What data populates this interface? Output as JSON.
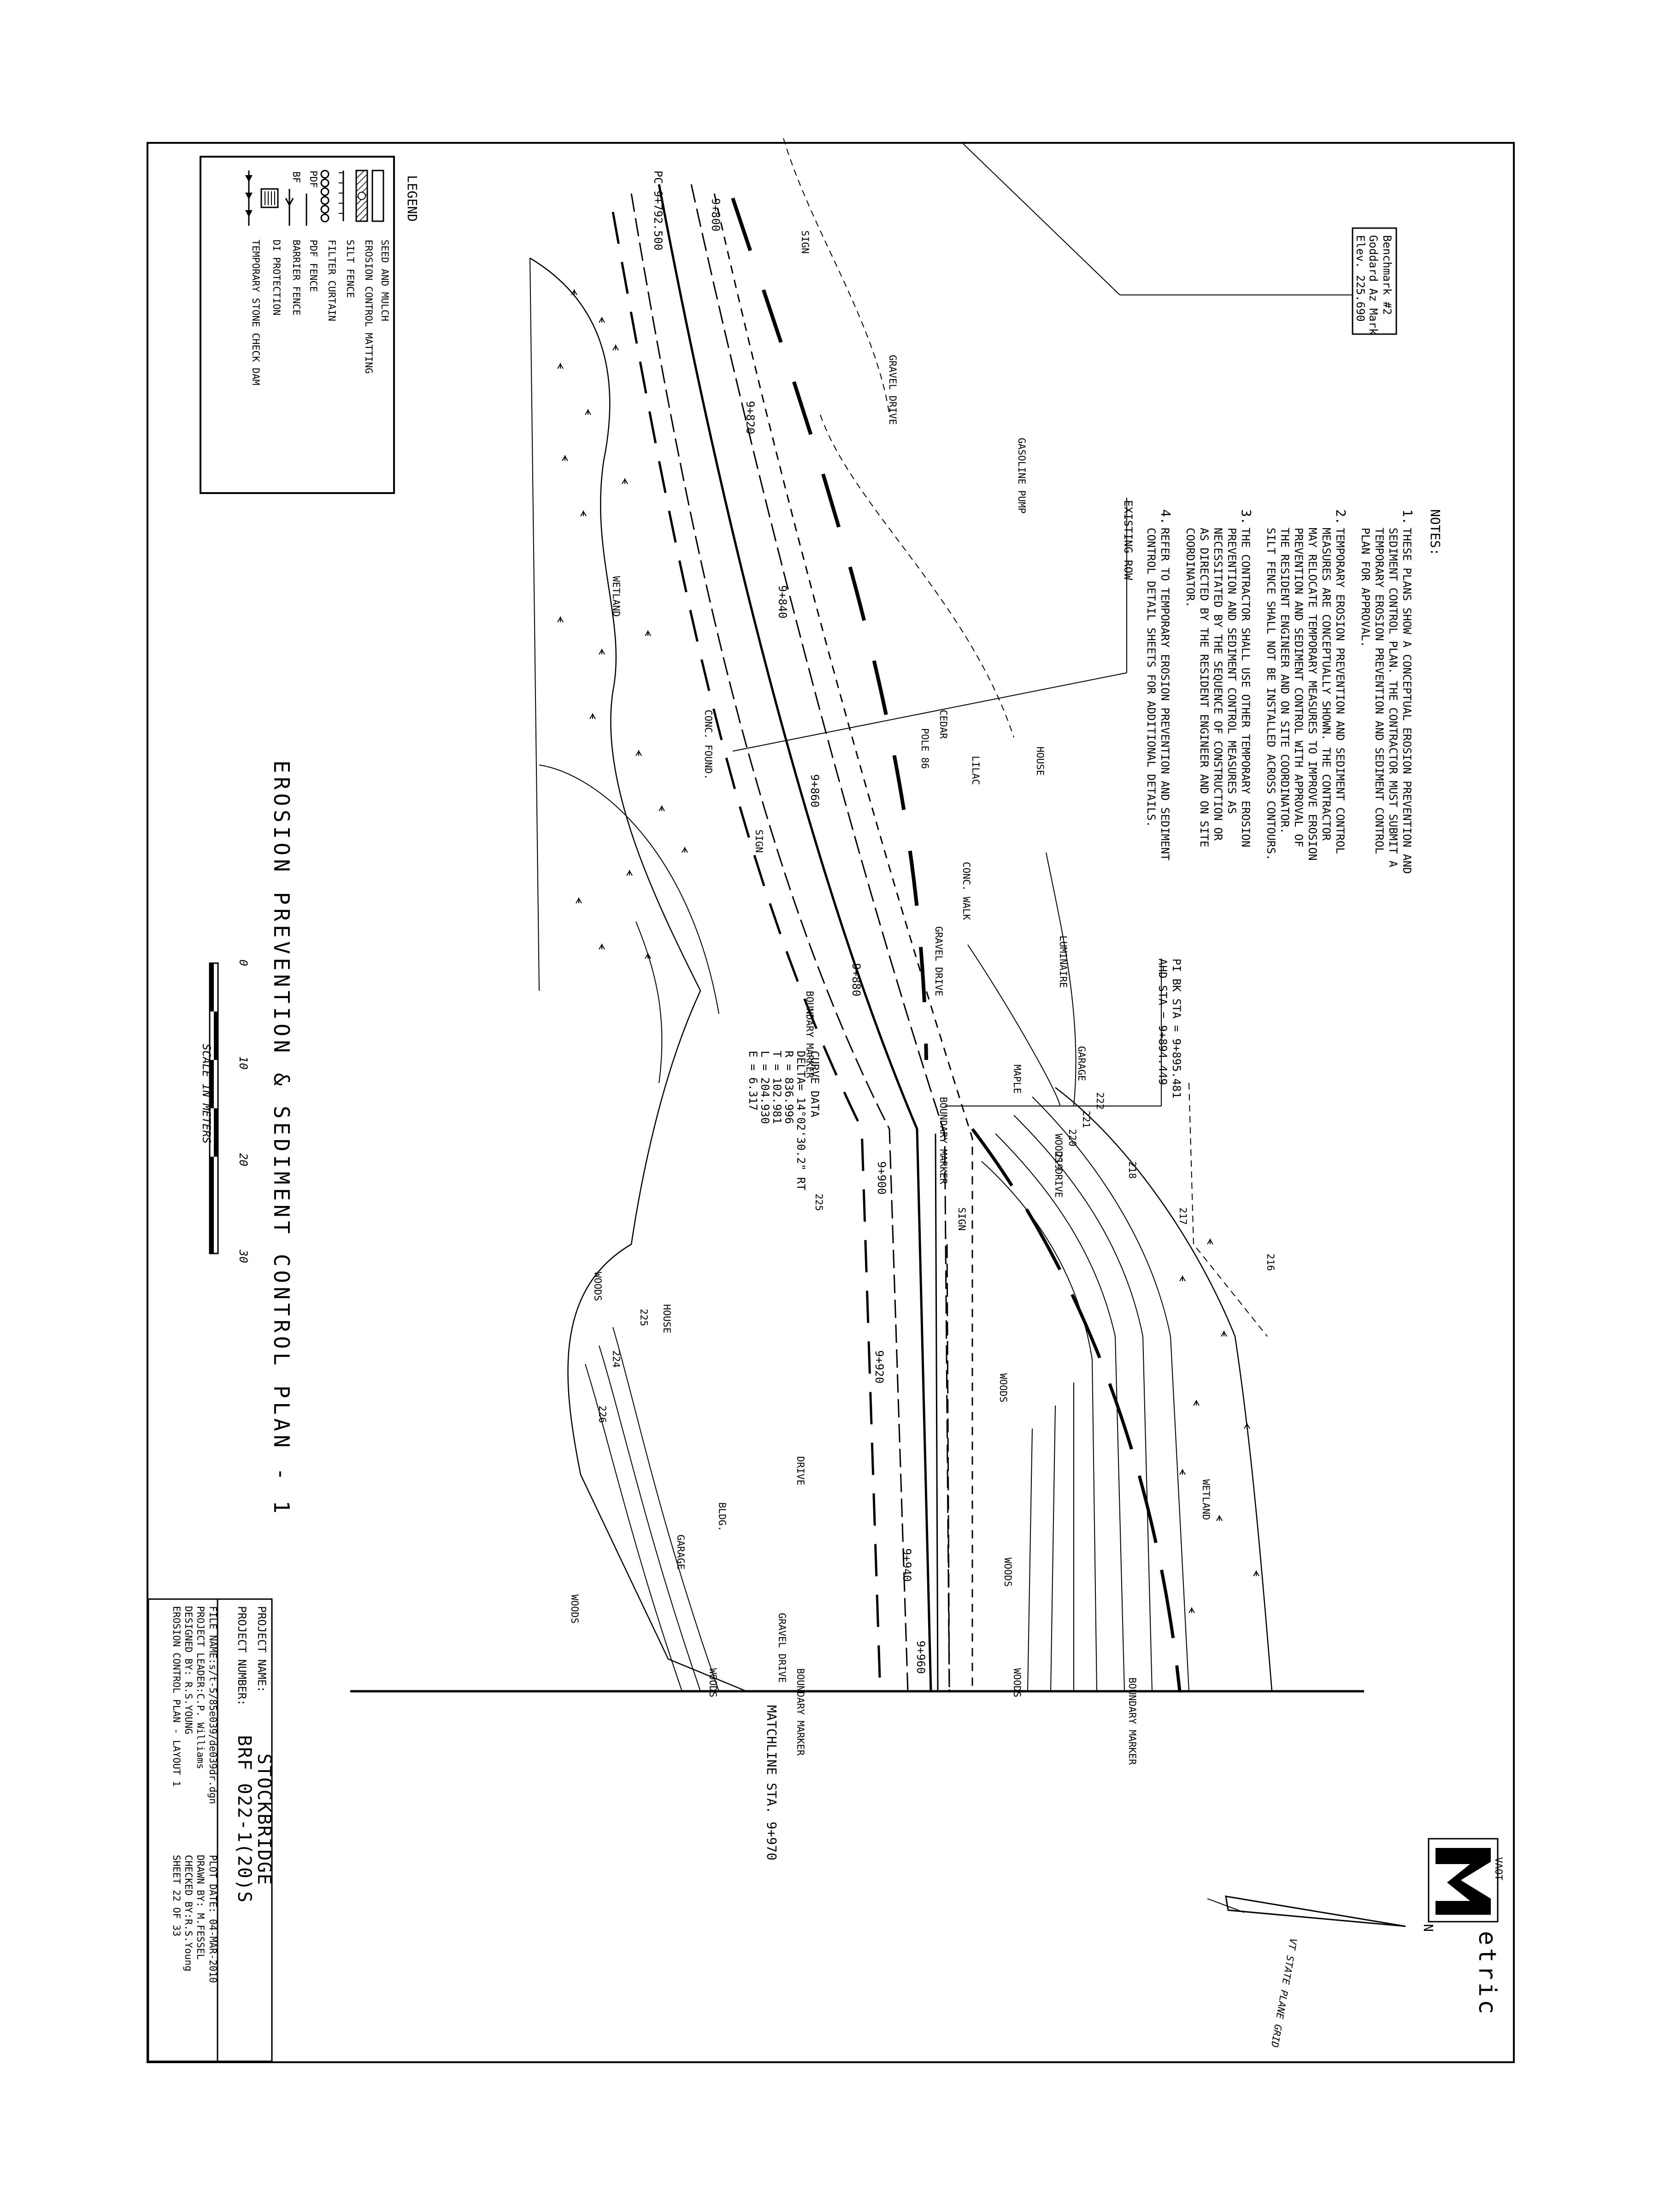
{
  "benchmark": {
    "line1": "Benchmark #2",
    "line2": "Goddard Az Mark",
    "line3": "Elev. 225.690"
  },
  "notes": {
    "title": "NOTES:",
    "items": [
      {
        "num": "1.",
        "lines": [
          "THESE PLANS SHOW A CONCEPTUAL EROSION PREVENTION AND",
          "SEDIMENT CONTROL PLAN. THE CONTRACTOR MUST SUBMIT A",
          "TEMPORARY EROSION PREVENTION AND SEDIMENT CONTROL",
          "PLAN FOR APPROVAL."
        ]
      },
      {
        "num": "2.",
        "lines": [
          "TEMPORARY EROSION PREVENTION AND SEDIMENT CONTROL",
          "MEASURES ARE CONCEPTUALLY SHOWN. THE CONTRACTOR",
          "MAY RELOCATE TEMPORARY MEASURES TO IMPROVE EROSION",
          "PREVENTION AND SEDIMENT CONTROL WITH APPROVAL OF",
          "THE RESIDENT ENGINEER AND ON SITE COORDINATOR.",
          "SILT FENCE SHALL NOT BE INSTALLED ACROSS CONTOURS."
        ]
      },
      {
        "num": "3.",
        "lines": [
          "THE CONTRACTOR SHALL USE OTHER TEMPORARY EROSION",
          "PREVENTION AND SEDIMENT CONTROL MEASURES AS",
          "NECESSITATED BY THE SEQUENCE OF CONSTRUCTION OR",
          "AS DIRECTED BY THE RESIDENT ENGINEER AND ON SITE",
          "COORDINATOR."
        ]
      },
      {
        "num": "4.",
        "lines": [
          "REFER TO TEMPORARY EROSION PREVENTION AND SEDIMENT",
          "CONTROL DETAIL SHEETS FOR ADDITIONAL DETAILS."
        ]
      }
    ]
  },
  "legend": {
    "title": "LEGEND",
    "items": [
      {
        "symbol": "open-box",
        "label": "SEED AND MULCH"
      },
      {
        "symbol": "hatched-box",
        "label": "EROSION CONTROL MATTING"
      },
      {
        "symbol": "silt-fence",
        "label": "SILT FENCE"
      },
      {
        "symbol": "filter-curtain",
        "label": "FILTER CURTAIN"
      },
      {
        "symbol": "pdf-line",
        "label": "PDF FENCE",
        "code": "PDF"
      },
      {
        "symbol": "bf-line",
        "label": "BARRIER FENCE",
        "code": "BF"
      },
      {
        "symbol": "di-box",
        "label": "DI PROTECTION"
      },
      {
        "symbol": "arrow-line",
        "label": "TEMPORARY STONE CHECK DAM"
      }
    ]
  },
  "plan_title": "EROSION PREVENTION & SEDIMENT CONTROL PLAN - 1",
  "scale": {
    "ticks": [
      "0",
      "10",
      "20",
      "30"
    ],
    "caption": "SCALE IN METERS"
  },
  "map_labels": {
    "pc_station": "PC 9+792.500",
    "existing_row": "EXISTING ROW",
    "pi_station_1": "PI BK STA = 9+895.481",
    "pi_station_2": "AHD STA = 9+894.449",
    "matchline": "MATCHLINE STA. 9+970",
    "stations": [
      "9+800",
      "9+820",
      "9+840",
      "9+860",
      "9+880",
      "9+900",
      "9+920",
      "9+940",
      "9+960"
    ],
    "features": [
      "SIGN",
      "GRAVEL DRIVE",
      "GASOLINE PUMP",
      "WETLAND",
      "CONC. FOUND.",
      "CEDAR",
      "POLE 86",
      "LILAC",
      "HOUSE",
      "CONC. WALK",
      "GRAVEL DRIVE",
      "LUMINAIRE",
      "GARAGE",
      "MAPLE",
      "BOUNDARY MARKER",
      "BOUNDARY MARKER",
      "WOODS DRIVE",
      "SIGN",
      "WOODS",
      "HOUSE",
      "WOODS",
      "DRIVE",
      "BLDG.",
      "GARAGE",
      "WOODS",
      "GRAVEL DRIVE",
      "BOUNDARY MARKER",
      "WOODS",
      "WETLAND",
      "WOODS",
      "BOUNDARY MARKER",
      "WOODS",
      "SIGN"
    ],
    "contours": [
      "222",
      "221",
      "220",
      "219",
      "218",
      "217",
      "216",
      "225",
      "225",
      "224",
      "226"
    ]
  },
  "curve_data": {
    "title": "CURVE DATA",
    "lines": [
      "DELTA= 14°02'30.2\" RT",
      "R   = 836.996",
      "T   = 102.981",
      "L   = 204.930",
      "E   = 6.317"
    ]
  },
  "north": {
    "label": "VT STATE PLANE GRID",
    "letter": "N"
  },
  "logo": {
    "mark": "M",
    "agency": "VAOT",
    "word": "etric"
  },
  "title_block": {
    "project_name_label": "PROJECT NAME:",
    "project_name": "STOCKBRIDGE",
    "project_number_label": "PROJECT NUMBER:",
    "project_number": "BRF 022-1(20)S",
    "file_name": "FILE NAME:s/t-5/85e039/de039dr.dgn",
    "plot_date": "PLOT DATE: 04-MAR-2010",
    "project_leader": "PROJECT LEADER:C.P. Williams",
    "drawn_by": "DRAWN BY: M.FESSEL",
    "designed_by": "DESIGNED BY:     R.S.YOUNG",
    "checked_by": "CHECKED BY:R.S.Young",
    "sheet_title": "EROSION CONTROL PLAN - LAYOUT 1",
    "sheet_no": "SHEET  22  OF  33"
  }
}
